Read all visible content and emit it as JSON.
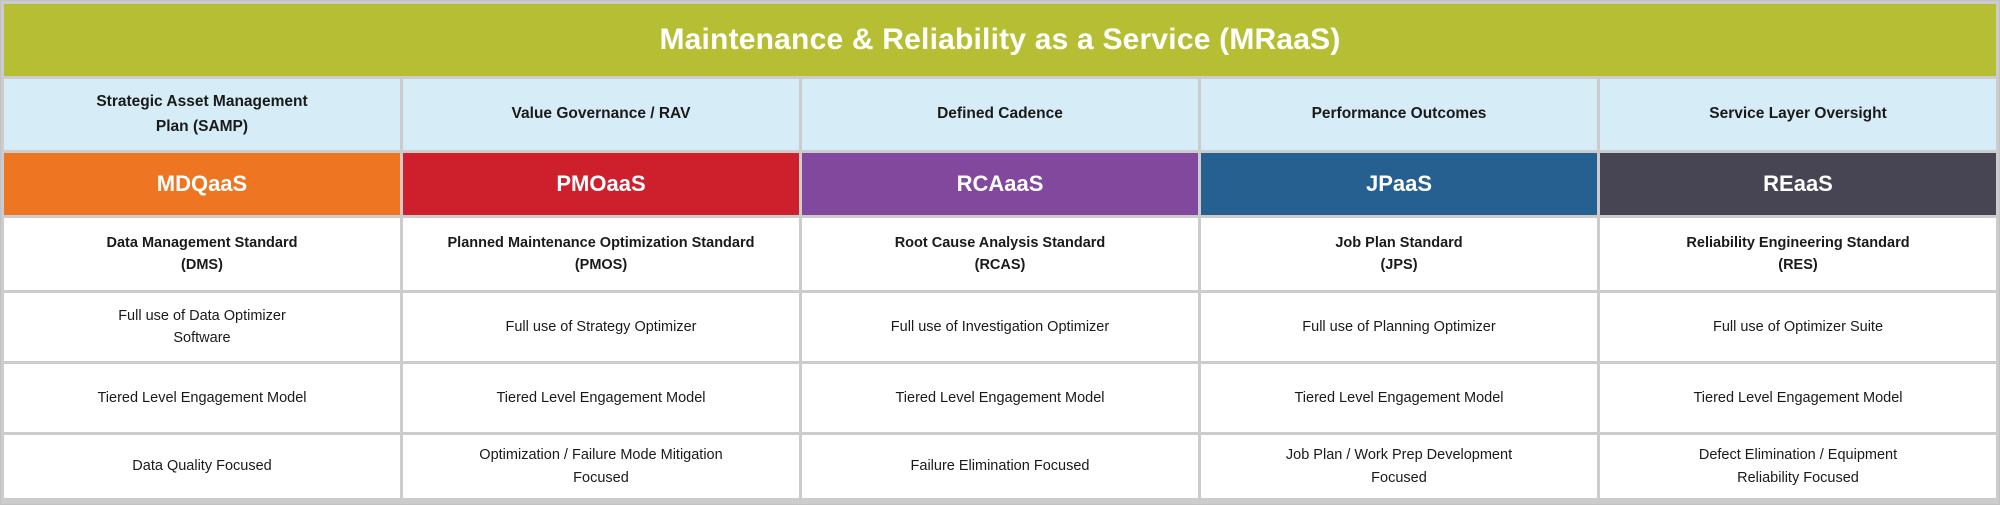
{
  "title": "Maintenance & Reliability as a Service (MRaaS)",
  "colors": {
    "title_bar": "#b6bf33",
    "category_header": "#d6ecf6",
    "grid_lines": "#cccccc",
    "cell_background": "#ffffff",
    "title_text": "#ffffff",
    "body_text": "#1a1a1a"
  },
  "columns": [
    {
      "category": "Strategic Asset Management\nPlan (SAMP)",
      "service": "MDQaaS",
      "service_color": "#ee7623",
      "standard": "Data Management Standard\n(DMS)",
      "optimizer": "Full use of Data Optimizer\nSoftware",
      "engagement": "Tiered Level Engagement Model",
      "focus": "Data Quality Focused"
    },
    {
      "category": "Value Governance / RAV",
      "service": "PMOaaS",
      "service_color": "#cd1f2c",
      "standard": "Planned Maintenance Optimization Standard\n(PMOS)",
      "optimizer": "Full use of Strategy Optimizer",
      "engagement": "Tiered Level Engagement Model",
      "focus": "Optimization / Failure Mode Mitigation\nFocused"
    },
    {
      "category": "Defined Cadence",
      "service": "RCAaaS",
      "service_color": "#82489d",
      "standard": "Root Cause Analysis Standard\n(RCAS)",
      "optimizer": "Full use of Investigation Optimizer",
      "engagement": "Tiered Level Engagement Model",
      "focus": "Failure Elimination Focused"
    },
    {
      "category": "Performance Outcomes",
      "service": "JPaaS",
      "service_color": "#266091",
      "standard": "Job Plan Standard\n(JPS)",
      "optimizer": "Full use of Planning Optimizer",
      "engagement": "Tiered Level Engagement Model",
      "focus": "Job Plan / Work Prep Development\nFocused"
    },
    {
      "category": "Service Layer Oversight",
      "service": "REaaS",
      "service_color": "#474553",
      "standard": "Reliability Engineering Standard\n(RES)",
      "optimizer": "Full use of Optimizer Suite",
      "engagement": "Tiered Level Engagement Model",
      "focus": "Defect Elimination / Equipment\nReliability Focused"
    }
  ]
}
